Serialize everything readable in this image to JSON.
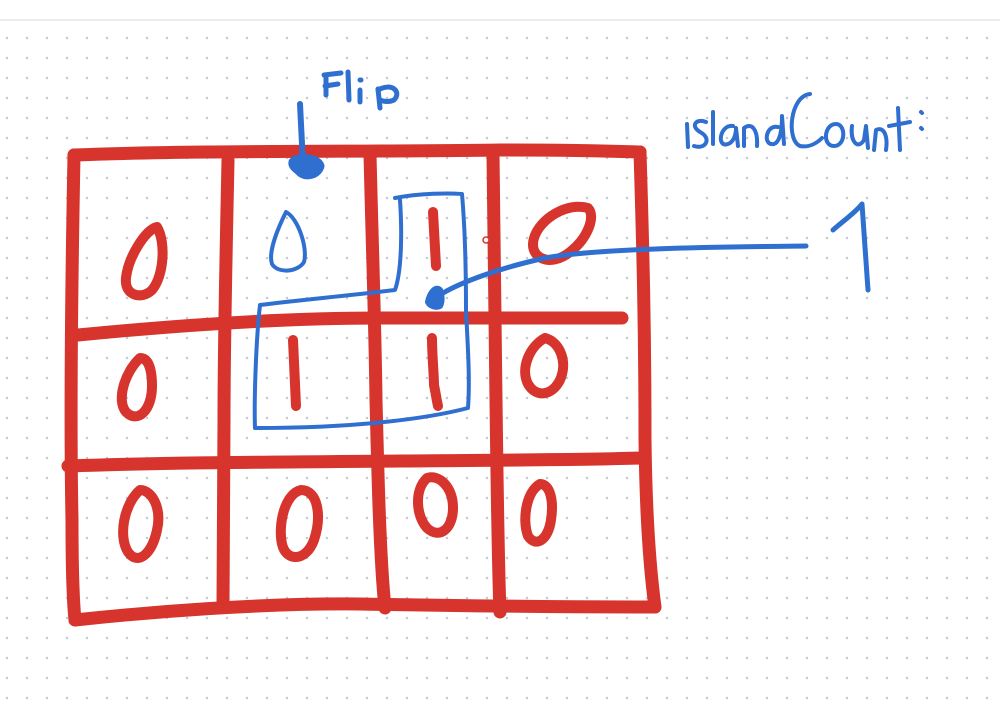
{
  "canvas": {
    "background": "#ffffff",
    "dot_color": "#c3c8d2",
    "divider_color": "#ececec"
  },
  "colors": {
    "red_ink": "#d6342c",
    "blue_ink": "#2f6fd0"
  },
  "annotations": {
    "flip_label": "Flip",
    "island_count_label": "IslandCount:",
    "island_count_value": "1"
  },
  "grid": {
    "rows": 3,
    "cols": 4,
    "cells": [
      [
        "0",
        "0",
        "1",
        "0"
      ],
      [
        "0",
        "1",
        "1",
        "0"
      ],
      [
        "0",
        "0",
        "0",
        "0"
      ]
    ],
    "flipped_cell": {
      "row": 0,
      "col": 1
    },
    "island_cells": [
      [
        0,
        2
      ],
      [
        1,
        1
      ],
      [
        1,
        2
      ]
    ]
  }
}
